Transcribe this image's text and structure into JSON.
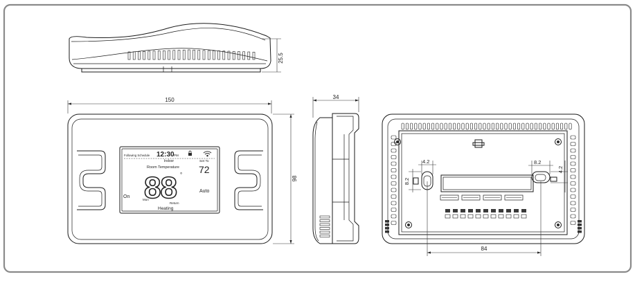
{
  "dimensions": {
    "width": "150",
    "height": "98",
    "depth": "34",
    "profile_height": "25.5",
    "mount_spacing": "84",
    "hole_left_w": "4.2",
    "hole_left_h": "8.2",
    "hole_right_w": "8.2",
    "hole_right_h": "4.2"
  },
  "display": {
    "schedule": "Following Schedule",
    "time": "12:30",
    "ampm": "PM",
    "indoor": "Indoor",
    "set_to": "Set To",
    "set_value": "72",
    "room_temp_label": "Room Temperature",
    "room_temp_value": "88",
    "degree": "°",
    "mode_on": "On",
    "mode_auto": "Auto",
    "day": "Mon",
    "return": "Return",
    "heating": "Heating"
  }
}
